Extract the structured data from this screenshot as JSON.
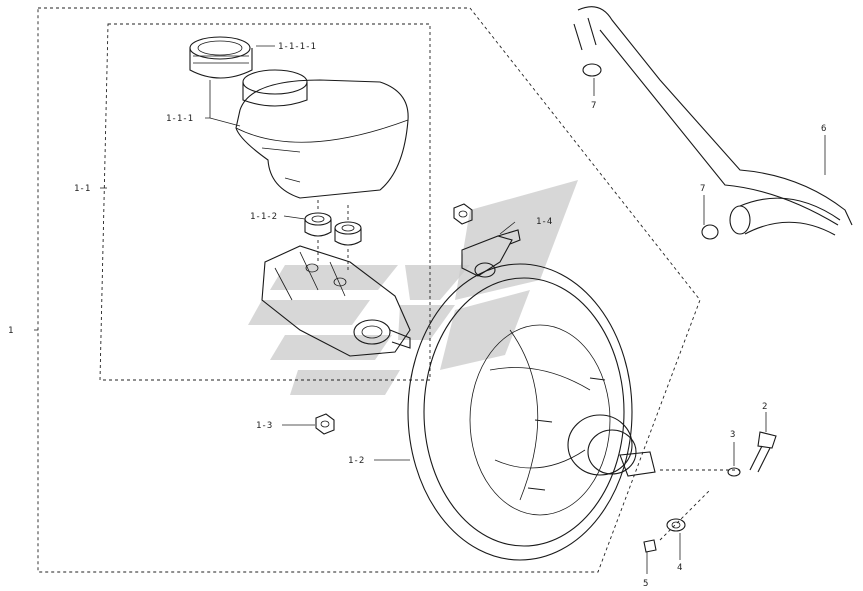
{
  "labels": {
    "assembly": "1",
    "reservoir_group": "1-1",
    "reservoir": "1-1-1",
    "reservoir_cap": "1-1-1-1",
    "grommet": "1-1-2",
    "booster": "1-2",
    "nut": "1-3",
    "check_valve": "1-4",
    "bolt": "2",
    "washer_a": "3",
    "washer_b": "4",
    "clip": "5",
    "hose": "6",
    "hose_clamp_lower": "7",
    "hose_clamp_upper": "7"
  },
  "colors": {
    "line": "#1a1a1a",
    "watermark": "#c9c9c9",
    "background": "#ffffff"
  }
}
